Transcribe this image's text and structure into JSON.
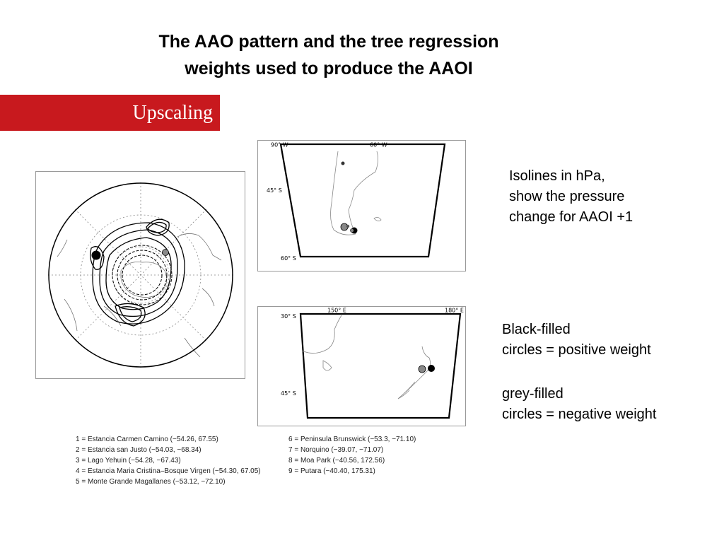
{
  "title": {
    "line1": "The AAO pattern and the tree regression",
    "line2": "weights used to produce the AAOI"
  },
  "banner": {
    "label": "Upscaling",
    "color": "#c8191e"
  },
  "south_america_map": {
    "labels": {
      "top_left": "90° W",
      "top_right": "60° W",
      "mid_left": "45° S",
      "bottom_left": "60° S"
    }
  },
  "new_zealand_map": {
    "labels": {
      "top_left": "30° S",
      "top_mid": "150° E",
      "top_right": "180° E",
      "bottom_left": "45° S"
    }
  },
  "notes": {
    "isolines": [
      "Isolines in hPa,",
      "show the pressure",
      "change for AAOI +1"
    ],
    "black_filled": [
      "Black-filled",
      "circles = positive weight"
    ],
    "grey_filled": [
      "grey-filled",
      "circles = negative weight"
    ]
  },
  "legend": {
    "left": [
      "1 = Estancia Carmen Camino (−54.26, 67.55)",
      "2 = Estancia san Justo (−54.03, −68.34)",
      "3 = Lago Yehuin  (−54.28, −67.43)",
      "4 = Estancia Maria Cristina–Bosque Virgen (−54.30, 67.05)",
      "5 = Monte Grande Magallanes (−53.12, −72.10)"
    ],
    "right": [
      "6 = Peninsula Brunswick (−53.3, −71.10)",
      "7 = Norquino (−39.07, −71.07)",
      "8 = Moa Park (−40.56, 172.56)",
      "9 = Putara (−40.40, 175.31)"
    ]
  },
  "colors": {
    "positive": "#000000",
    "negative": "#888888"
  }
}
